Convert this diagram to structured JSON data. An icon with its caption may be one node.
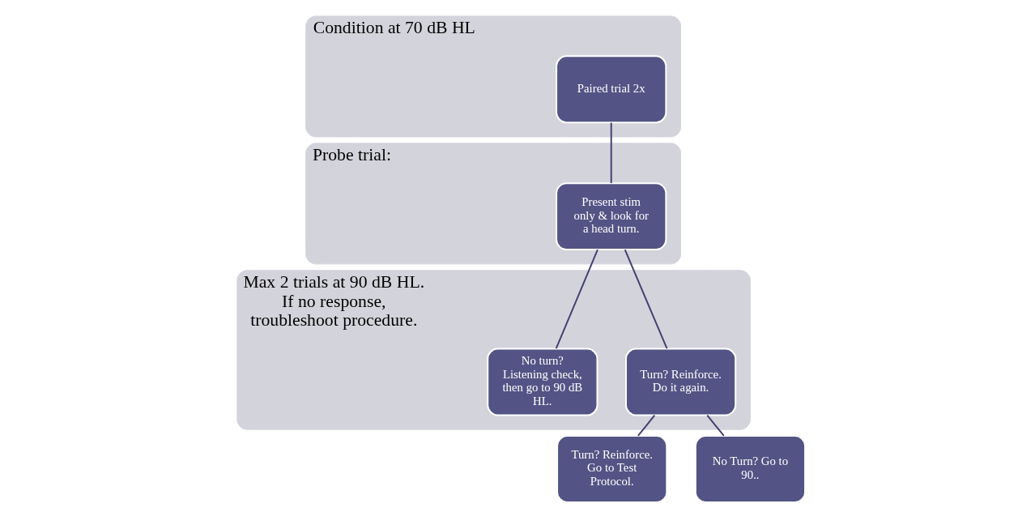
{
  "diagram": {
    "nodes": [
      {
        "text": [
          "Condition at 70 dB HL"
        ]
      },
      {
        "text": [
          "Paired trial 2x"
        ],
        "in": 0
      },
      {
        "text": [
          "Probe trial:"
        ]
      },
      {
        "text": [
          "Present stim only & look for a head turn."
        ],
        "in": 2
      },
      {
        "text": [
          "Max 2 trials at 90 dB HL. If no response, troubleshoot procedure."
        ]
      },
      {
        "text": [
          "No turn? Listening check, then go to 90 dB HL."
        ],
        "in": 4
      },
      {
        "text": [
          "Turn? Reinforce. Do it again."
        ],
        "in": 4
      },
      {
        "text": [
          "Turn? Reinforce. Go to Test Protocol."
        ]
      },
      {
        "text": [
          "No Turn? Go to 90.."
        ]
      }
    ],
    "edges": [
      {
        "from": 1,
        "to": 3,
        "arrow": "none"
      },
      {
        "from": 3,
        "to": 5,
        "arrow": "none"
      },
      {
        "from": 3,
        "to": 6,
        "arrow": "none"
      },
      {
        "from": 6,
        "to": 7,
        "arrow": "none"
      },
      {
        "from": 6,
        "to": 8,
        "arrow": "none"
      }
    ]
  }
}
